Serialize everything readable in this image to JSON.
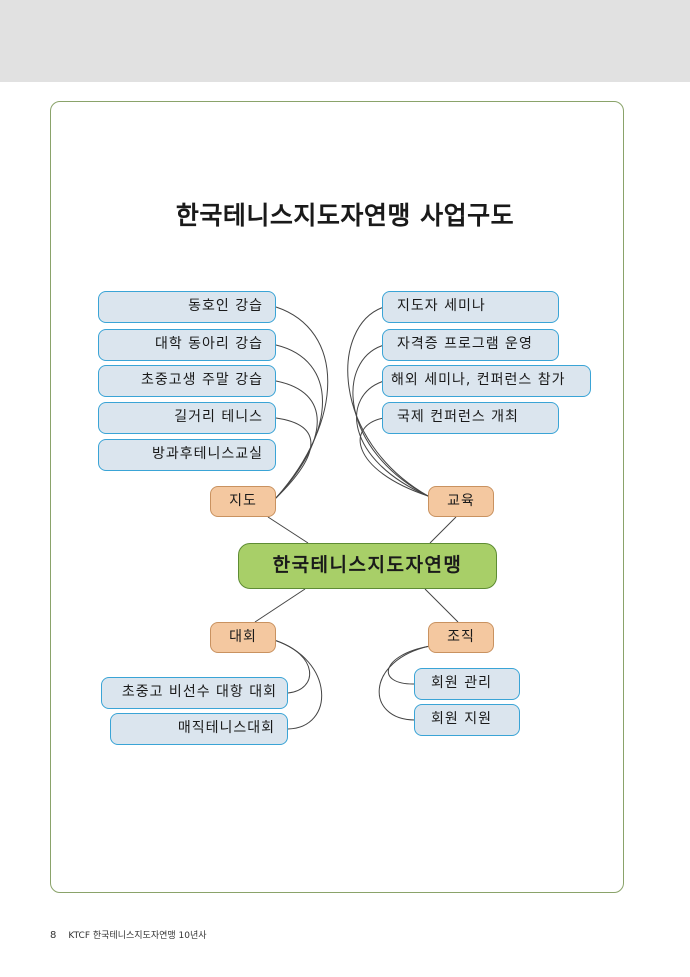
{
  "title": "한국테니스지도자연맹 사업구도",
  "center": "한국테니스지도자연맹",
  "categories": {
    "coaching": "지도",
    "education": "교육",
    "competition": "대회",
    "organization": "조직"
  },
  "coaching_items": [
    "동호인 강습",
    "대학 동아리 강습",
    "초중고생 주말 강습",
    "길거리 테니스",
    "방과후테니스교실"
  ],
  "education_items": [
    "지도자 세미나",
    "자격증 프로그램 운영",
    "해외 세미나, 컨퍼런스 참가",
    "국제 컨퍼런스 개최"
  ],
  "competition_items": [
    "초중고 비선수 대항 대회",
    "매직테니스대회"
  ],
  "organization_items": [
    "회원 관리",
    "회원 지원"
  ],
  "footer": {
    "page": "8",
    "text": "KTCF 한국테니스지도자연맹 10년사"
  },
  "colors": {
    "pill_fill": "#dbe5ee",
    "pill_border": "#3aa4d6",
    "category_fill": "#f4c8a0",
    "center_fill": "#a8cf68",
    "frame": "#8aa36a",
    "header_band": "#e1e1e1"
  }
}
